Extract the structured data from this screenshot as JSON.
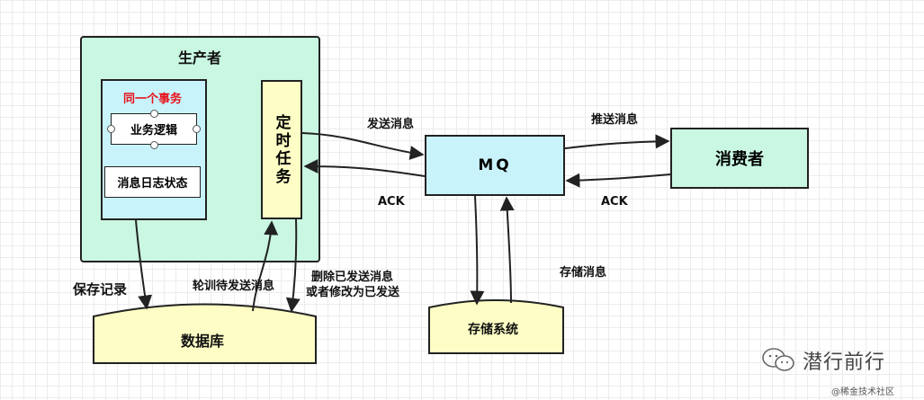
{
  "producer": {
    "title": "生产者",
    "transaction_title": "同一个事务",
    "business_logic": "业务逻辑",
    "message_log_status": "消息日志状态",
    "scheduled_task": "定时任务"
  },
  "mq": {
    "label": "MQ"
  },
  "consumer": {
    "label": "消费者"
  },
  "database": {
    "label": "数据库"
  },
  "storage": {
    "label": "存储系统"
  },
  "edges": {
    "send": "发送消息",
    "ack_producer": "ACK",
    "push": "推送消息",
    "ack_consumer": "ACK",
    "save_record": "保存记录",
    "poll": "轮训待发送消息",
    "delete_line1": "删除已发送消息",
    "delete_line2": "或者修改为已发送",
    "store": "存储消息"
  },
  "watermark": {
    "title": "潜行前行",
    "subtitle": "@稀金技术社区"
  },
  "colors": {
    "producer_bg": "#c9f7e2",
    "transaction_bg": "#c8f3fb",
    "timer_bg": "#fdfdc5",
    "mq_bg": "#c8f3fb",
    "consumer_bg": "#c9f7e2",
    "db_bg": "#fdfdc5",
    "transaction_title": "#e8101a"
  }
}
